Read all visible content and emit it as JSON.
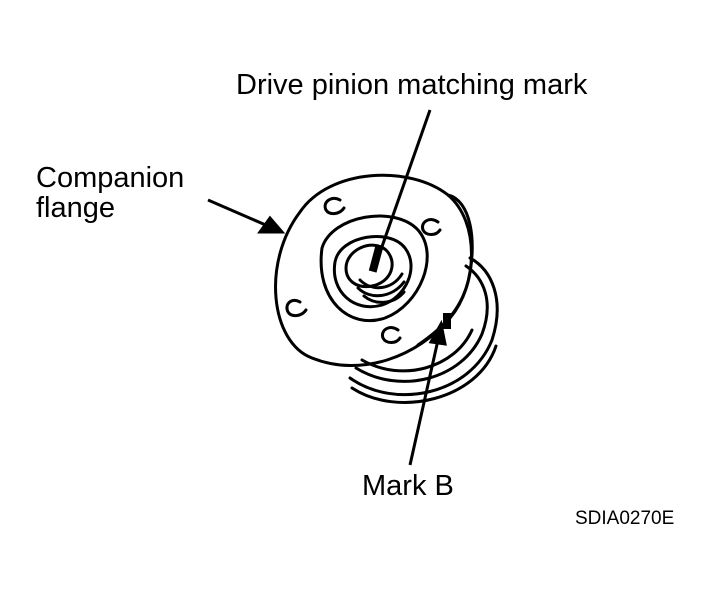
{
  "labels": {
    "drive_pinion_mark": "Drive pinion matching mark",
    "companion_flange_line1": "Companion",
    "companion_flange_line2": "flange",
    "mark_b": "Mark B"
  },
  "figure_code": "SDIA0270E"
}
